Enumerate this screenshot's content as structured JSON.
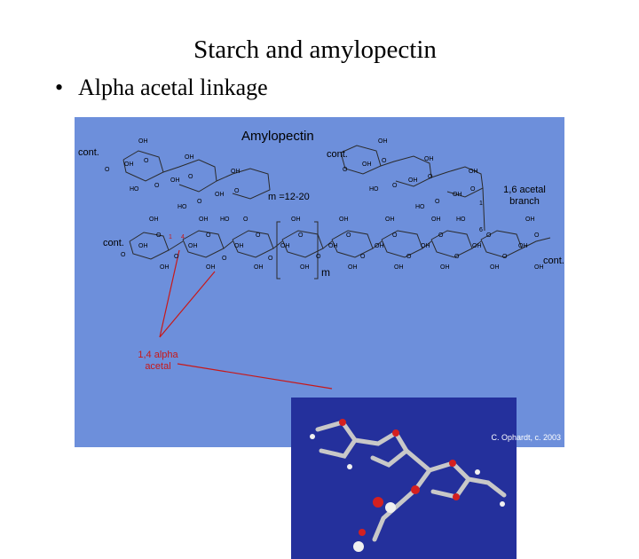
{
  "slide": {
    "title": "Starch and amylopectin",
    "bullet_text": "Alpha acetal linkage"
  },
  "figure": {
    "heading": "Amylopectin",
    "cont": "cont.",
    "repeat_label": "m =12-20",
    "m_label": "m",
    "oh": "OH",
    "ho": "HO",
    "o": "O",
    "branch_label": "1,6 acetal branch",
    "linkage_label": "1,4 alpha acetal",
    "pos_1": "1",
    "pos_4": "4",
    "pos_6": "6",
    "credit": "C. Ophardt, c. 2003"
  },
  "colors": {
    "figure_bg": "#6d8fdb",
    "panel_bg": "#24309c",
    "annotation": "#c81818",
    "atom_oxygen": "#d42020",
    "atom_carbon": "#c8c8c8"
  }
}
